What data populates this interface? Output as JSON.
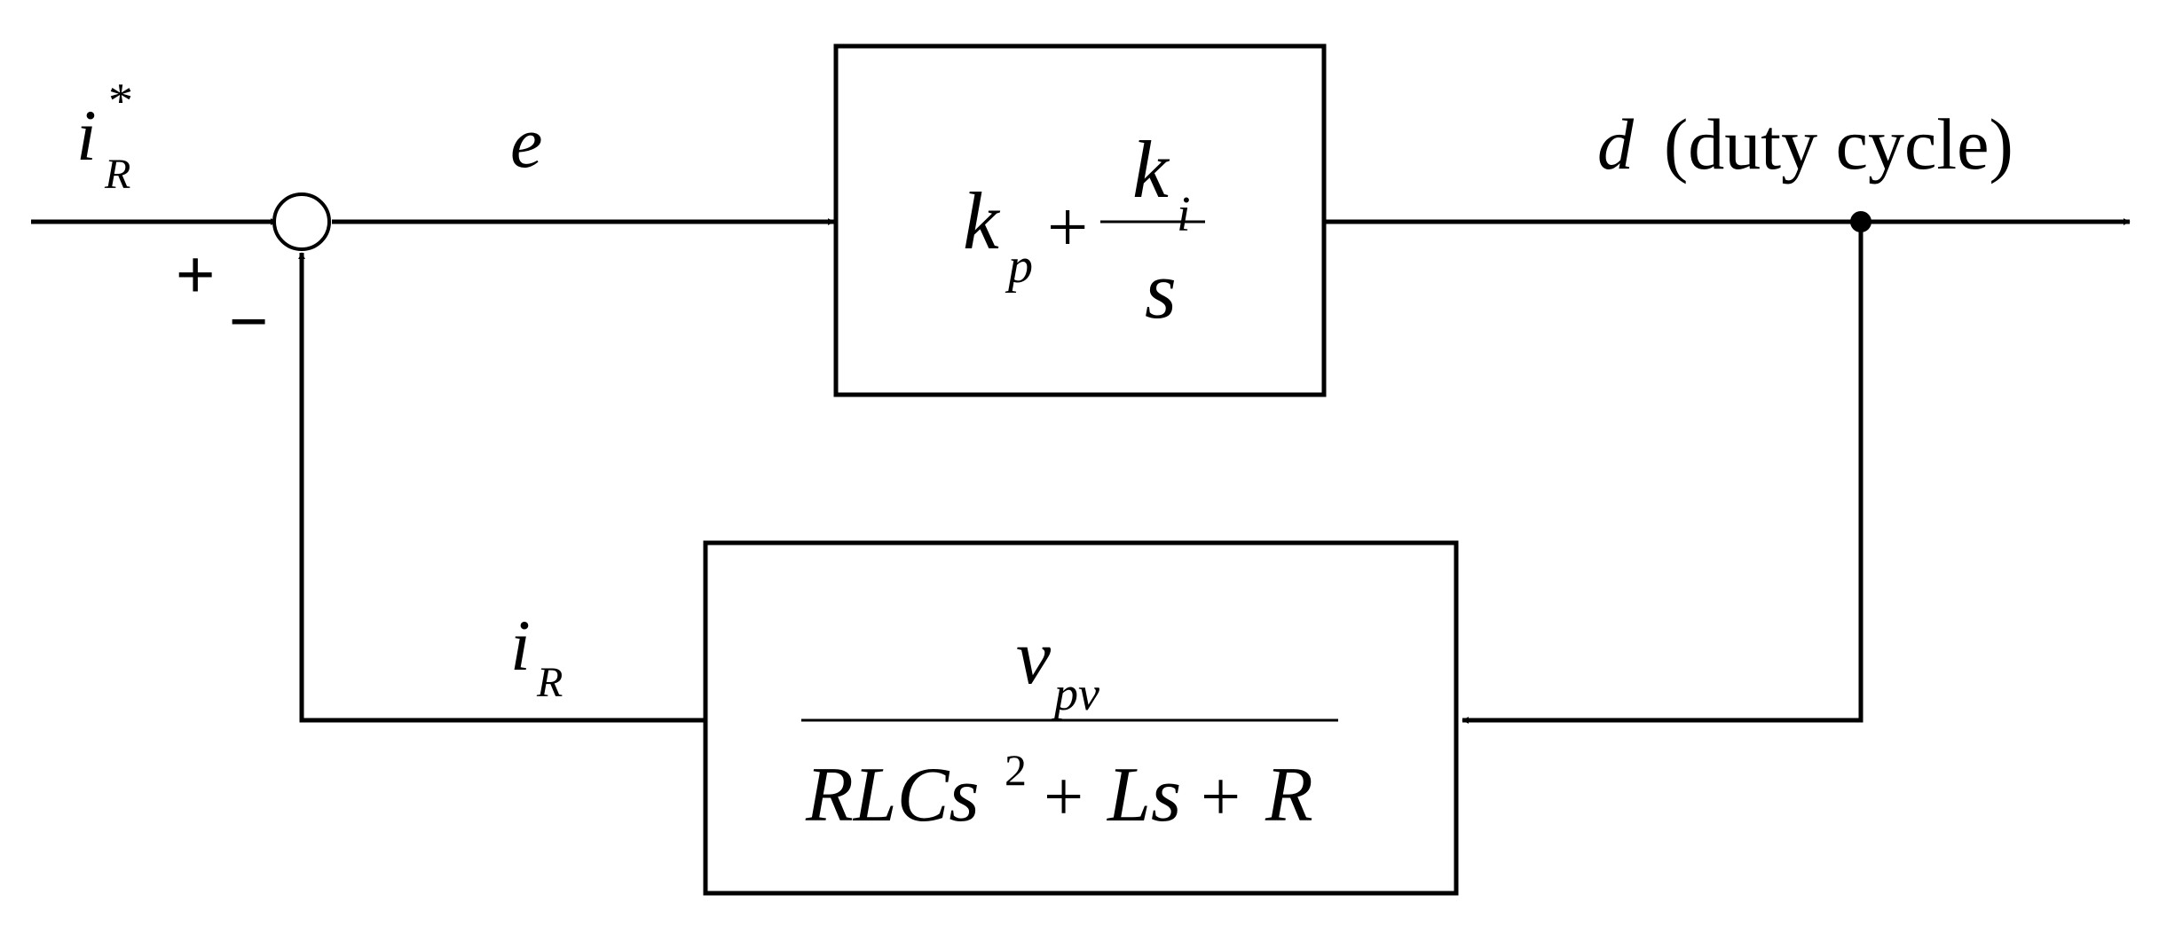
{
  "signals": {
    "reference": {
      "base": "i",
      "sub": "R",
      "sup": "*"
    },
    "error": "e",
    "output": {
      "var": "d",
      "desc": "(duty cycle)"
    },
    "feedback": {
      "base": "i",
      "sub": "R"
    }
  },
  "summing_junction": {
    "plus": "+",
    "minus": "−"
  },
  "controller": {
    "kp": {
      "base": "k",
      "sub": "p"
    },
    "plus": "+",
    "ki_num": {
      "base": "k",
      "sub": "i"
    },
    "ki_den": "s"
  },
  "plant": {
    "numerator": {
      "base": "v",
      "sub": "pv"
    },
    "den_a": "RLCs",
    "den_a_sup": "2",
    "plus1": "+",
    "den_b": "Ls",
    "plus2": "+",
    "den_c": "R"
  }
}
